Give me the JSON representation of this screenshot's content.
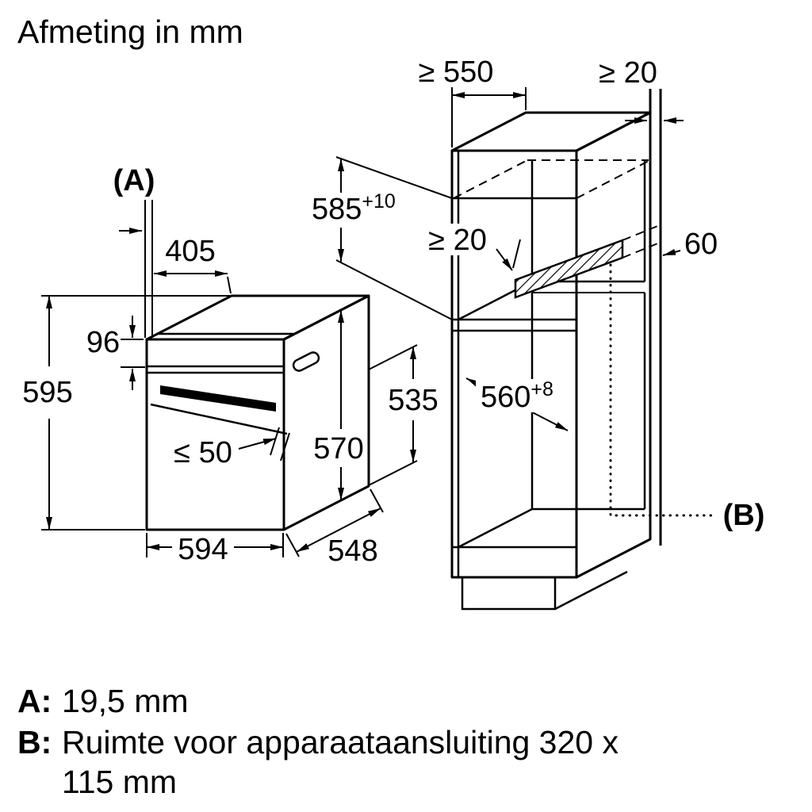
{
  "title": "Afmeting in mm",
  "colors": {
    "line": "#000000",
    "background": "#ffffff"
  },
  "oven": {
    "label_a": "(A)",
    "dim_top": "405",
    "dim_panel": "96",
    "dim_height": "595",
    "dim_handle": "≤ 50",
    "dim_depth_total": "570",
    "dim_side": "535",
    "dim_width": "594",
    "dim_depth": "548"
  },
  "cabinet": {
    "dim_depth_min": "≥ 550",
    "dim_gap_rear_min": "≥ 20",
    "niche_height": "585",
    "niche_height_tol": "+10",
    "gap_vent_min": "≥ 20",
    "vent_depth": "60",
    "niche_depth": "560",
    "niche_depth_tol": "+8",
    "label_b": "(B)"
  },
  "legend": {
    "a_key": "A:",
    "a_value": "19,5 mm",
    "b_key": "B:",
    "b_line1": "Ruimte voor apparaataansluiting 320 x",
    "b_line2": "115 mm"
  }
}
